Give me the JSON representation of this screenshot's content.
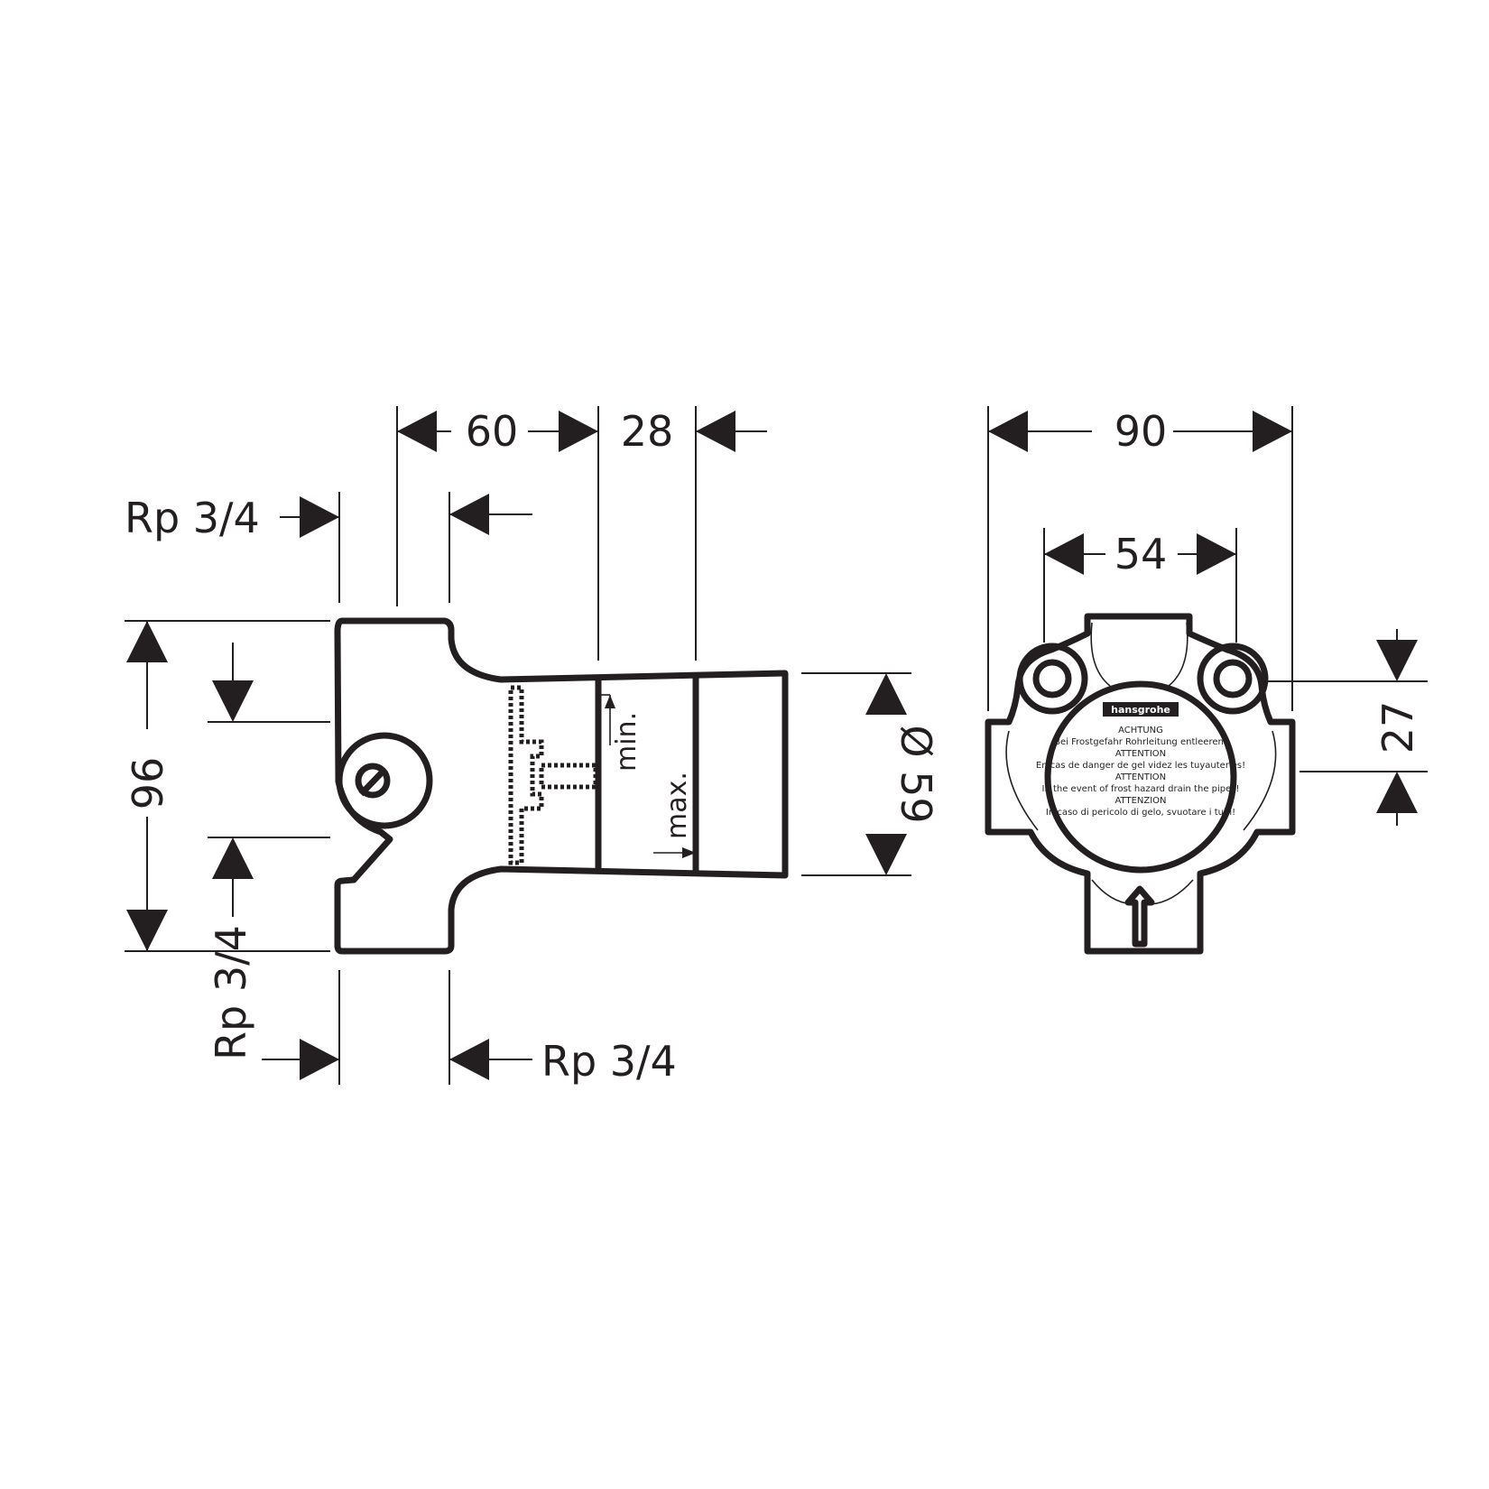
{
  "side_view": {
    "dim_top_left": "60",
    "dim_top_right": "28",
    "dim_height": "96",
    "dim_diameter": "Ø 59",
    "label_min": "min.",
    "label_max": "max.",
    "thread_top": "Rp 3/4",
    "thread_left_bottom": "Rp 3/4",
    "thread_right_bottom": "Rp 3/4"
  },
  "front_view": {
    "dim_width_outer": "90",
    "dim_width_inner": "54",
    "dim_offset": "27",
    "label": {
      "logo": "hansgrohe",
      "lines": [
        "ACHTUNG",
        "Bei Frostgefahr Rohrleitung entleeren!",
        "ATTENTION",
        "En cas de danger de gel videz les tuyauteries!",
        "ATTENTION",
        "In the event of frost hazard drain the pipes!",
        "ATTENZION",
        "In caso di pericolo di gelo, svuotare i tubi!"
      ]
    }
  }
}
